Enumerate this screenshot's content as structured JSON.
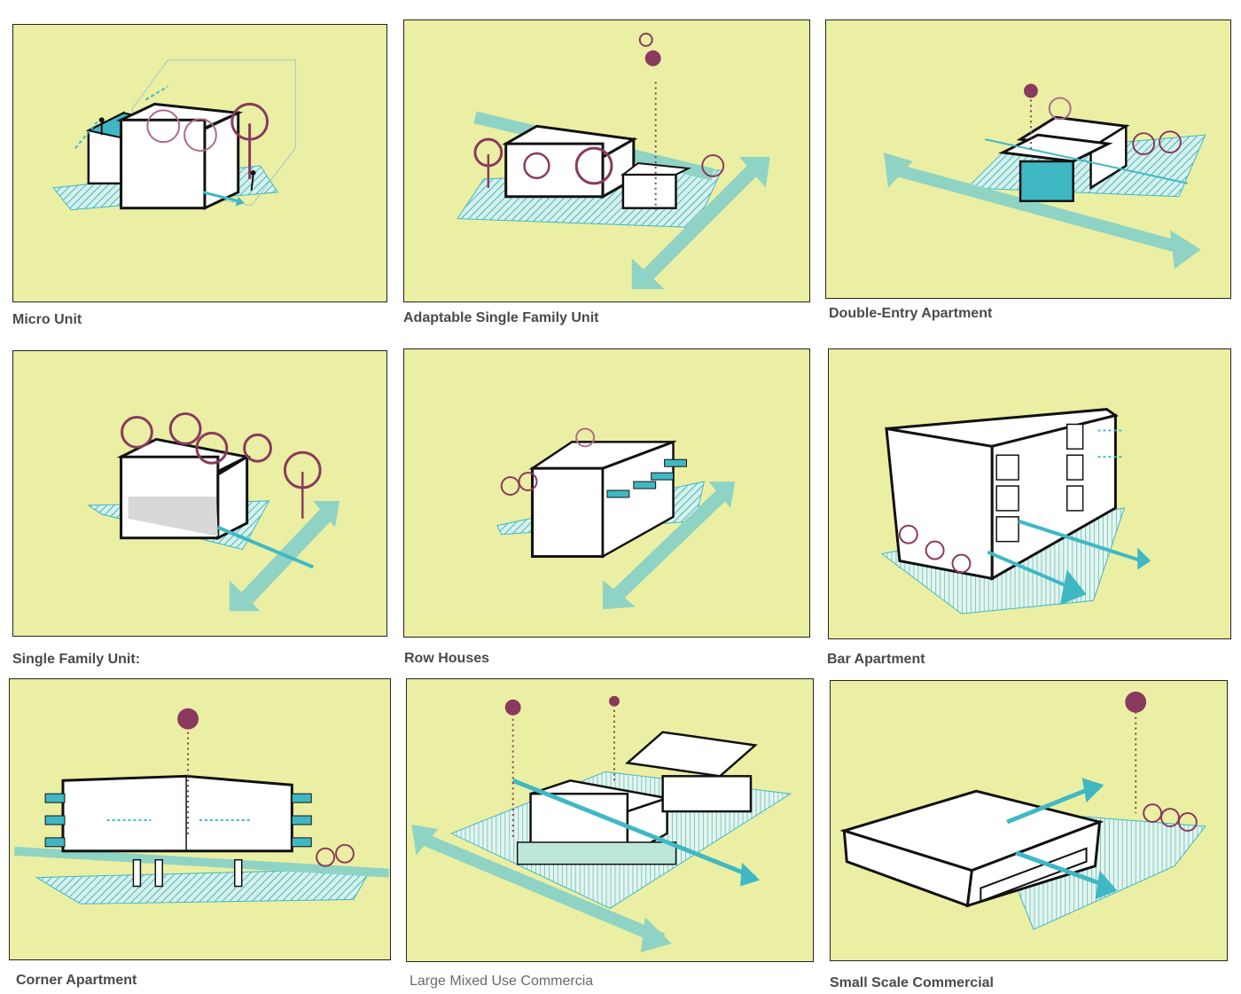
{
  "colors": {
    "panel_bg": "#ebefa3",
    "teal": "#3fb8c4",
    "teal_soft": "#8fd3c4",
    "plum": "#8a3a5e",
    "outline": "#111111"
  },
  "panels": [
    {
      "caption": "Micro Unit"
    },
    {
      "caption": "Adaptable Single Family Unit"
    },
    {
      "caption": "Double-Entry Apartment"
    },
    {
      "caption": "Single Family Unit:"
    },
    {
      "caption": "Row Houses"
    },
    {
      "caption": "Bar Apartment"
    },
    {
      "caption": "Corner Apartment"
    },
    {
      "caption": "Large Mixed Use Commercia"
    },
    {
      "caption": "Small Scale Commercial"
    }
  ]
}
